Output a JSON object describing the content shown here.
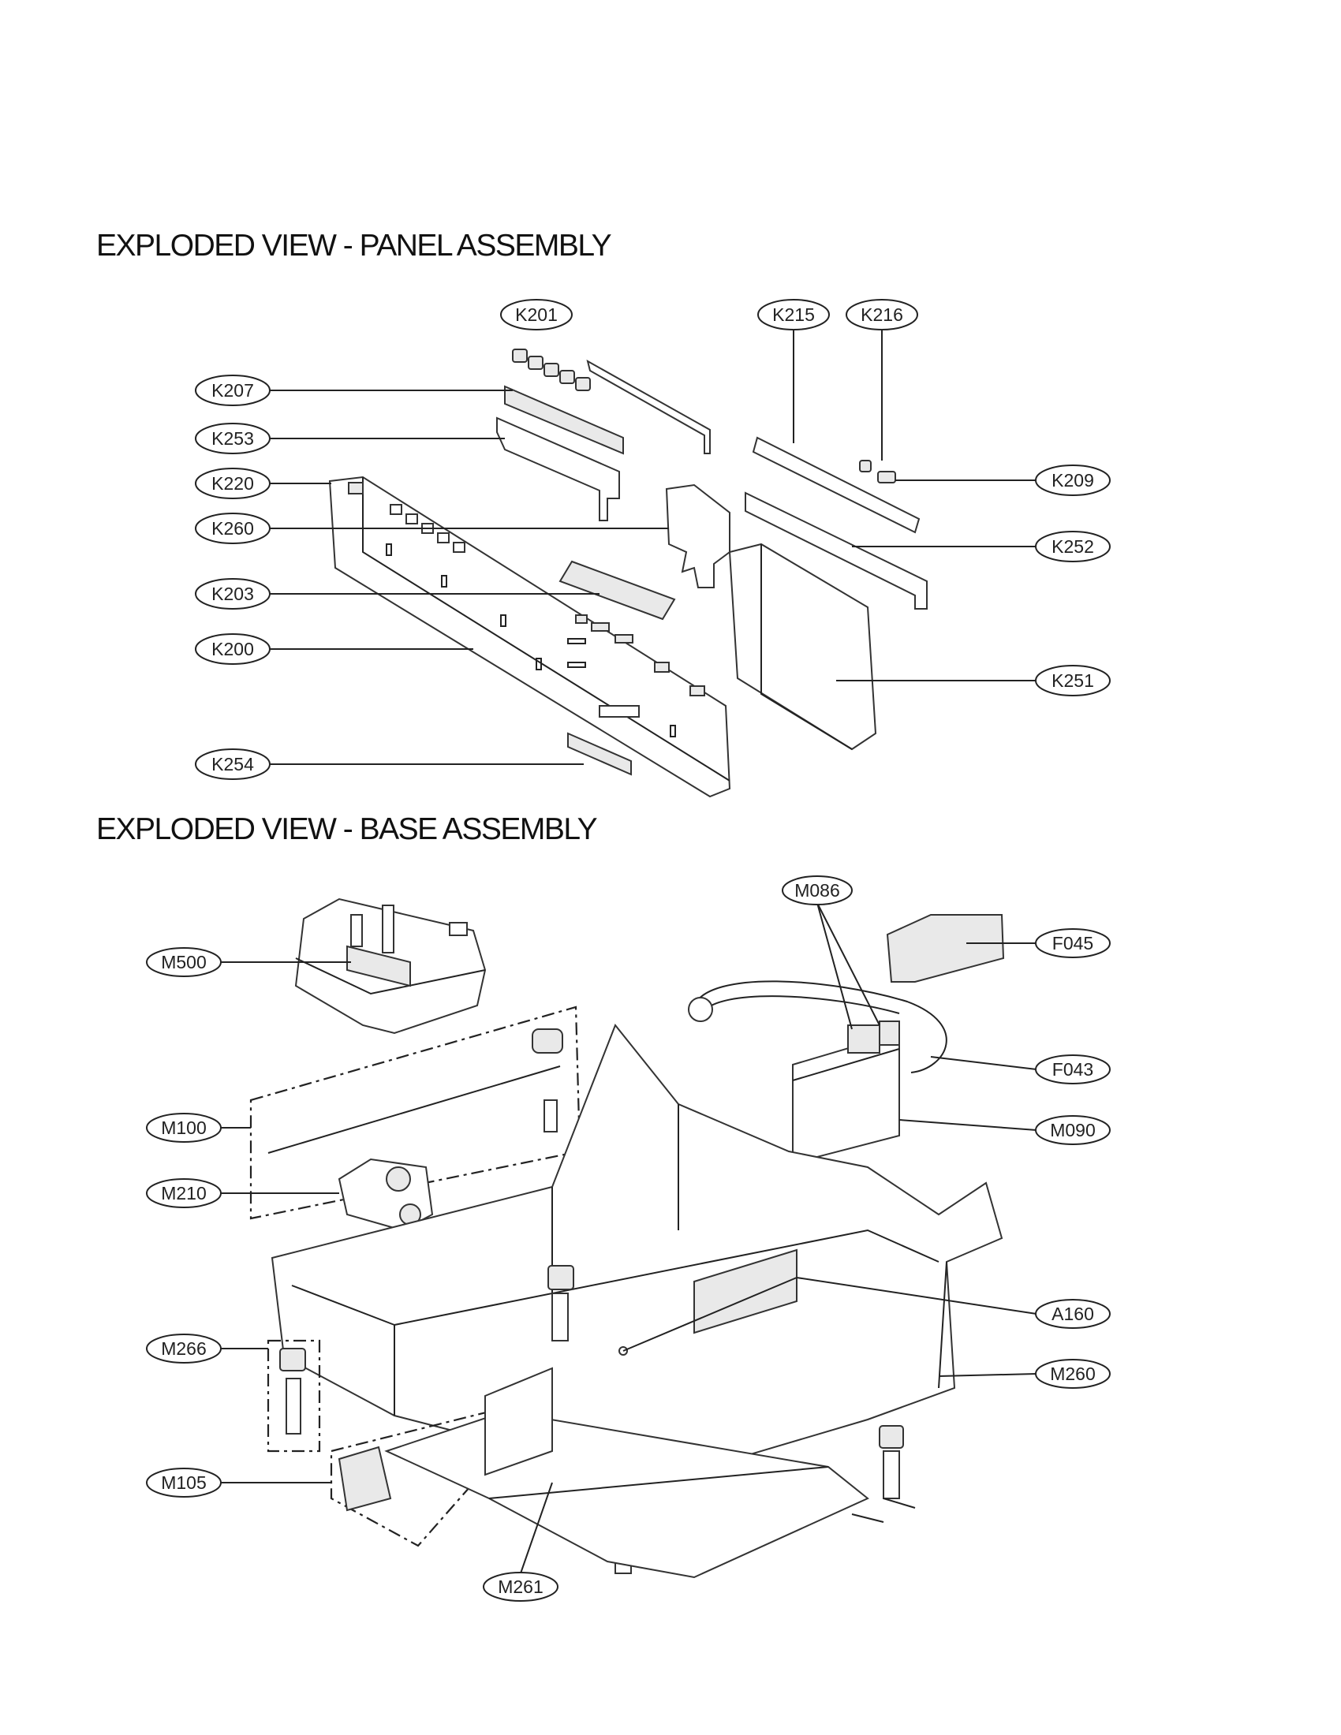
{
  "headings": {
    "panel": "EXPLODED VIEW - PANEL ASSEMBLY",
    "base": "EXPLODED VIEW - BASE ASSEMBLY"
  },
  "callouts": {
    "K201": "K201",
    "K215": "K215",
    "K216": "K216",
    "K207": "K207",
    "K253": "K253",
    "K220": "K220",
    "K209": "K209",
    "K260": "K260",
    "K252": "K252",
    "K203": "K203",
    "K200": "K200",
    "K251": "K251",
    "K254": "K254",
    "M086": "M086",
    "M500": "M500",
    "F045": "F045",
    "F043": "F043",
    "M100": "M100",
    "M090": "M090",
    "M210": "M210",
    "A160": "A160",
    "M266": "M266",
    "M260": "M260",
    "M105": "M105",
    "M261": "M261"
  }
}
